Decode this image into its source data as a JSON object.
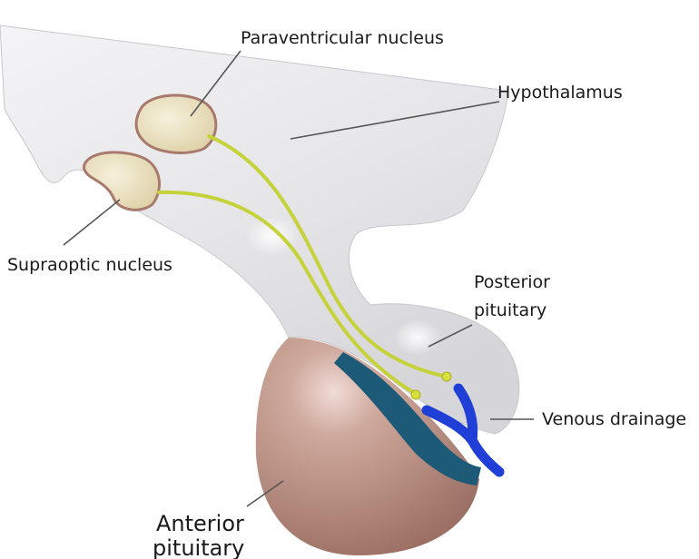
{
  "labels": {
    "paraventricular": "Paraventricular nucleus",
    "hypothalamus": "Hypothalamus",
    "supraoptic": "Supraoptic nucleus",
    "posterior_line1": "Posterior",
    "posterior_line2": "pituitary",
    "venous": "Venous drainage",
    "anterior_line1": "Anterior",
    "anterior_line2": "pituitary"
  },
  "colors": {
    "brain_tissue": "#e9e9eb",
    "nucleus_fill": "#ece3c4",
    "nucleus_outline": "#a87a6c",
    "axon": "#c6d23a",
    "anterior_pituitary": "#b98f82",
    "portal_band": "#1d5a78",
    "vein": "#1f3fd6"
  }
}
